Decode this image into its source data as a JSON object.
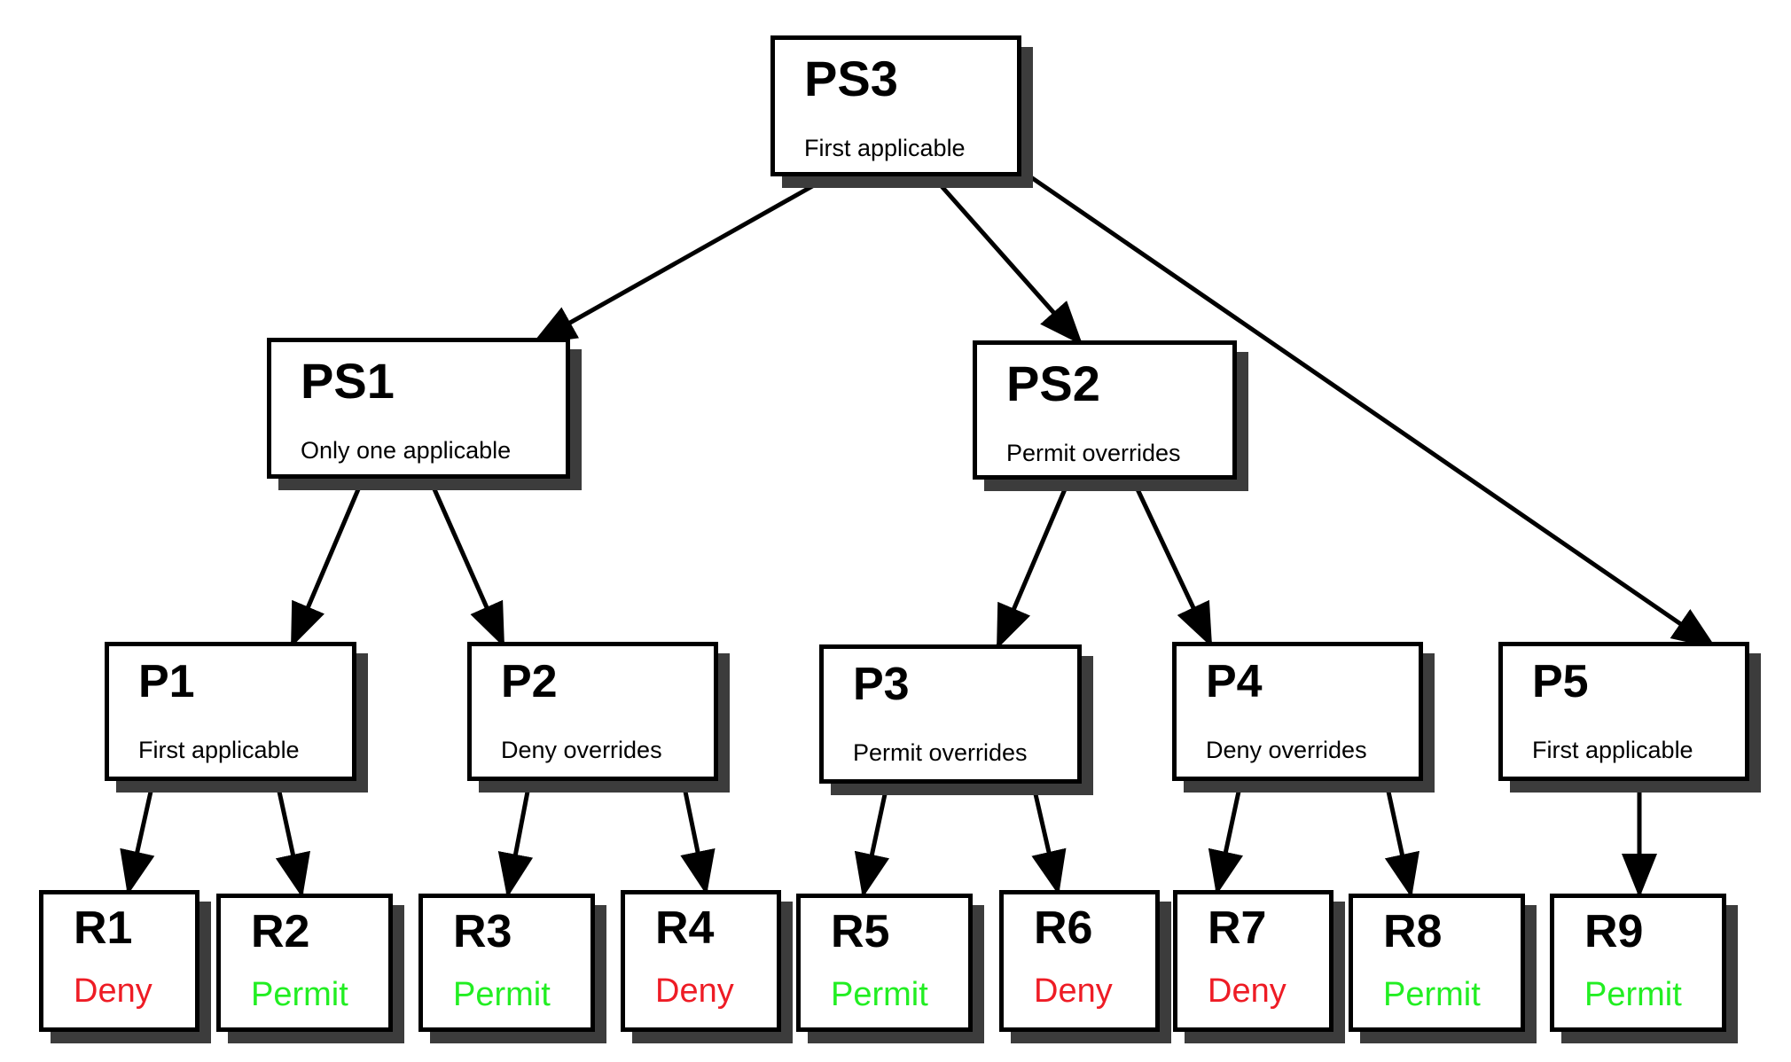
{
  "colors": {
    "deny": "#ee1c25",
    "permit": "#22ee22"
  },
  "nodes": {
    "ps3": {
      "title": "PS3",
      "sub": "First applicable"
    },
    "ps1": {
      "title": "PS1",
      "sub": "Only one applicable"
    },
    "ps2": {
      "title": "PS2",
      "sub": "Permit overrides"
    },
    "p1": {
      "title": "P1",
      "sub": "First applicable"
    },
    "p2": {
      "title": "P2",
      "sub": "Deny overrides"
    },
    "p3": {
      "title": "P3",
      "sub": "Permit overrides"
    },
    "p4": {
      "title": "P4",
      "sub": "Deny overrides"
    },
    "p5": {
      "title": "P5",
      "sub": "First applicable"
    },
    "r1": {
      "title": "R1",
      "sub": "Deny"
    },
    "r2": {
      "title": "R2",
      "sub": "Permit"
    },
    "r3": {
      "title": "R3",
      "sub": "Permit"
    },
    "r4": {
      "title": "R4",
      "sub": "Deny"
    },
    "r5": {
      "title": "R5",
      "sub": "Permit"
    },
    "r6": {
      "title": "R6",
      "sub": "Deny"
    },
    "r7": {
      "title": "R7",
      "sub": "Deny"
    },
    "r8": {
      "title": "R8",
      "sub": "Permit"
    },
    "r9": {
      "title": "R9",
      "sub": "Permit"
    }
  },
  "edges": [
    [
      "ps3",
      "ps1"
    ],
    [
      "ps3",
      "ps2"
    ],
    [
      "ps3",
      "p5"
    ],
    [
      "ps1",
      "p1"
    ],
    [
      "ps1",
      "p2"
    ],
    [
      "ps2",
      "p3"
    ],
    [
      "ps2",
      "p4"
    ],
    [
      "p1",
      "r1"
    ],
    [
      "p1",
      "r2"
    ],
    [
      "p2",
      "r3"
    ],
    [
      "p2",
      "r4"
    ],
    [
      "p3",
      "r5"
    ],
    [
      "p3",
      "r6"
    ],
    [
      "p4",
      "r7"
    ],
    [
      "p4",
      "r8"
    ],
    [
      "p5",
      "r9"
    ]
  ]
}
